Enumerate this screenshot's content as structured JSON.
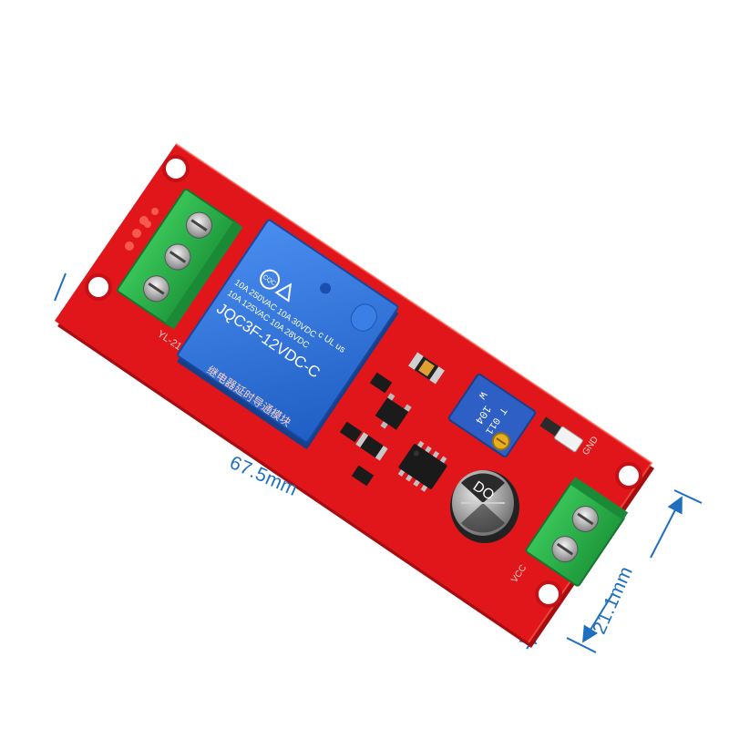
{
  "dimensions": {
    "length_label": "67.5mm",
    "width_label": "21.1mm",
    "line_color": "#1f6fc0"
  },
  "relay": {
    "cert_mark": "CQC",
    "rating_line_1": "10A 250VAC  10A  30VDC",
    "rating_line_2": "10A 125VAC  10A  28VDC",
    "model": "JQC3F-12VDC-C",
    "ul_mark": "c UL us",
    "body_color": "#2f6fd6"
  },
  "board": {
    "color": "#e0161b",
    "silk_left": "YL-21",
    "silk_bottom": "继电器延时导通模块",
    "silk_gnd": "GND",
    "silk_vcc": "VCC"
  },
  "potentiometer": {
    "marking_1": "104",
    "marking_2": "T 011",
    "marking_3": "W"
  },
  "capacitor": {
    "marking": "DO"
  },
  "terminal_color": "#2eb34a"
}
